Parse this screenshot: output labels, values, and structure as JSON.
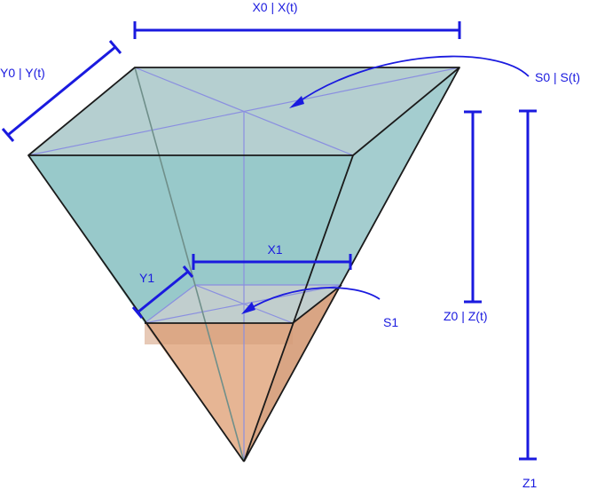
{
  "labels": {
    "x0": "X0 | X(t)",
    "y0": "Y0 | Y(t)",
    "s0": "S0 | S(t)",
    "x1": "X1",
    "y1": "Y1",
    "s1": "S1",
    "z0": "Z0 | Z(t)",
    "z1": "Z1"
  },
  "colors": {
    "dimension": "#1a1adf",
    "edge": "#1a1a1a",
    "water_top": "#b5cfd0",
    "water_side": "#8fc4c6",
    "cone_fill": "#e8b99a",
    "inner_line": "#8a8fe0"
  }
}
